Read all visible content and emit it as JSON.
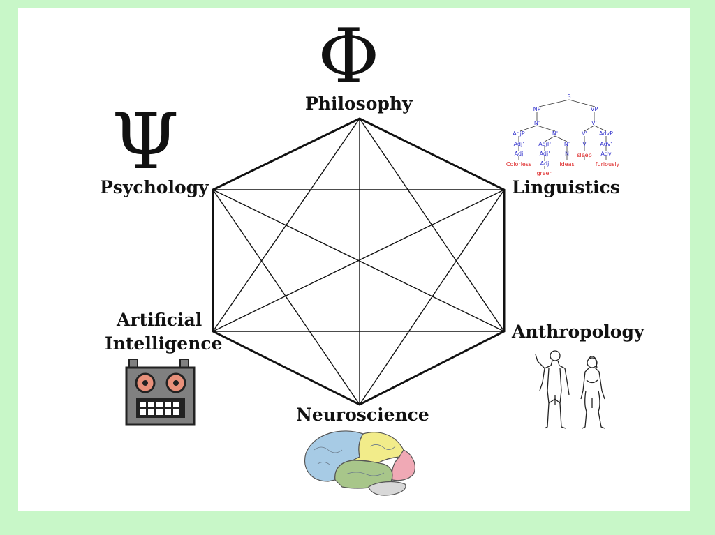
{
  "nodes": {
    "philosophy": "Philosophy",
    "psychology": "Psychology",
    "linguistics": "Linguistics",
    "ai_line1": "Artificial",
    "ai_line2": "Intelligence",
    "anthropology": "Anthropology",
    "neuroscience": "Neuroscience"
  },
  "icons": {
    "philosophy": "phi-symbol-icon",
    "psychology": "psi-symbol-icon",
    "linguistics": "syntax-tree-icon",
    "ai": "robot-face-icon",
    "anthropology": "human-figures-icon",
    "neuroscience": "brain-icon"
  },
  "symbols": {
    "phi": "Φ",
    "psi": "Ψ"
  },
  "syntax_tree": {
    "labels": [
      "S",
      "NP",
      "VP",
      "N'",
      "V'",
      "AdjP",
      "N'",
      "V'",
      "AdvP",
      "Adj'",
      "AdjP",
      "N'",
      "V",
      "Adv'",
      "Adj",
      "Adj'",
      "N",
      "Adv",
      "Adj"
    ],
    "words": [
      "Colorless",
      "green",
      "ideas",
      "sleep",
      "furiously"
    ]
  },
  "colors": {
    "background": "#c8f7c8",
    "panel": "#ffffff",
    "lines": "#111111",
    "tree_labels": "#3333cc",
    "tree_words": "#dd2222",
    "robot_body": "#808080",
    "robot_eyes": "#e8907a"
  }
}
